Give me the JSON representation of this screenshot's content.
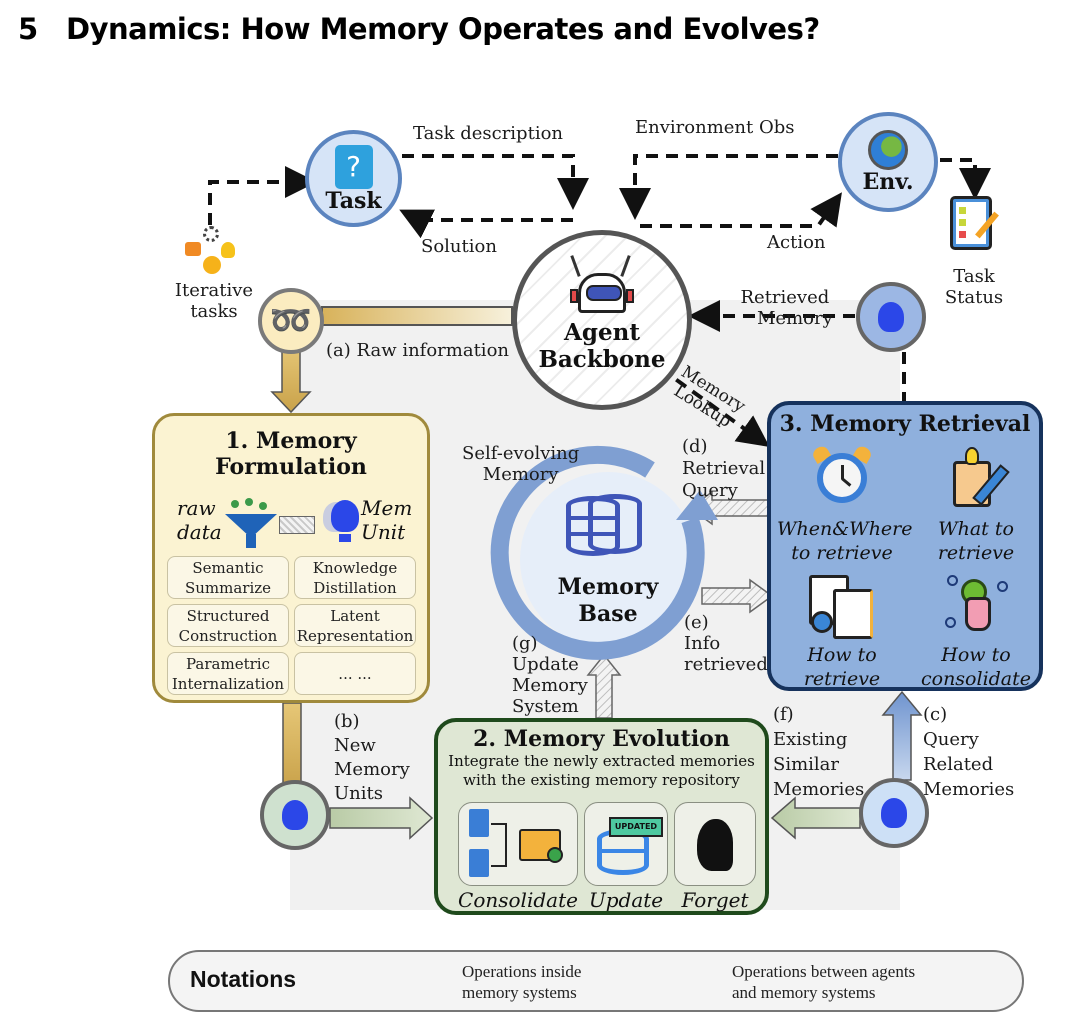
{
  "section": {
    "number": "5",
    "title": "Dynamics: How Memory Operates and Evolves?"
  },
  "nodes": {
    "task": {
      "label": "Task",
      "icon": "clipboard-question-icon"
    },
    "env": {
      "label": "Env.",
      "icon": "globe-icon"
    },
    "agent": {
      "label_line1": "Agent",
      "label_line2": "Backbone",
      "icon": "robot-icon"
    },
    "iterative_tasks": {
      "line1": "Iterative",
      "line2": "tasks",
      "icon": "iterative-tasks-icon"
    },
    "task_status": {
      "line1": "Task",
      "line2": "Status",
      "icon": "checklist-icon"
    },
    "memory_base": {
      "line1": "Memory",
      "line2": "Base",
      "icon": "database-icon"
    }
  },
  "edges": {
    "task_description": "Task description",
    "solution": "Solution",
    "environment_obs": "Environment Obs",
    "action": "Action",
    "retrieved_memory": {
      "line1": "Retrieved",
      "line2": "Memory"
    },
    "memory_lookup": {
      "line1": "Memory",
      "line2": "Lookup"
    },
    "raw_information": "(a) Raw information",
    "new_memory_units": [
      "(b)",
      "New",
      "Memory",
      "Units"
    ],
    "query_related": [
      "(c)",
      "Query",
      "Related",
      "Memories"
    ],
    "retrieval_query": [
      "(d)",
      "Retrieval",
      "Query"
    ],
    "info_retrieved": [
      "(e)",
      "Info",
      "retrieved"
    ],
    "existing_similar": [
      "(f)",
      "Existing",
      "Similar",
      "Memories"
    ],
    "update_memory_system": [
      "(g)",
      "Update",
      "Memory",
      "System"
    ],
    "self_evolving": [
      "Self-evolving",
      "Memory"
    ]
  },
  "formulation": {
    "title_line1": "1. Memory",
    "title_line2": "Formulation",
    "raw_data": [
      "raw",
      "data"
    ],
    "mem_unit": [
      "Mem",
      "Unit"
    ],
    "methods": [
      [
        "Semantic",
        "Summarize"
      ],
      [
        "Knowledge",
        "Distillation"
      ],
      [
        "Structured",
        "Construction"
      ],
      [
        "Latent",
        "Representation"
      ],
      [
        "Parametric",
        "Internalization"
      ],
      [
        "... ...",
        ""
      ]
    ]
  },
  "evolution": {
    "title": "2. Memory Evolution",
    "desc_line1": "Integrate the newly extracted memories",
    "desc_line2": "with the existing memory repository",
    "ops": [
      "Consolidate",
      "Update",
      "Forget"
    ],
    "updated_badge": "UPDATED"
  },
  "retrieval": {
    "title": "3. Memory Retrieval",
    "items": [
      [
        "When&Where",
        "to retrieve"
      ],
      [
        "What to",
        "retrieve"
      ],
      [
        "How to",
        "retrieve"
      ],
      [
        "How to",
        "consolidate"
      ]
    ]
  },
  "notations": {
    "title": "Notations",
    "inside": [
      "Operations inside",
      "memory systems"
    ],
    "between": [
      "Operations between agents",
      "and memory systems"
    ]
  },
  "colors": {
    "formulation_fill": "#fbf3d2",
    "formulation_border": "#a08a3c",
    "evolution_fill": "#dfe7d4",
    "evolution_border": "#1f4a1c",
    "retrieval_fill": "#8fb0dd",
    "retrieval_border": "#16325c",
    "node_circle_fill": "#d6e4f7",
    "node_circle_border": "#5b84bf",
    "bulb_blue": "#2b47e8"
  }
}
